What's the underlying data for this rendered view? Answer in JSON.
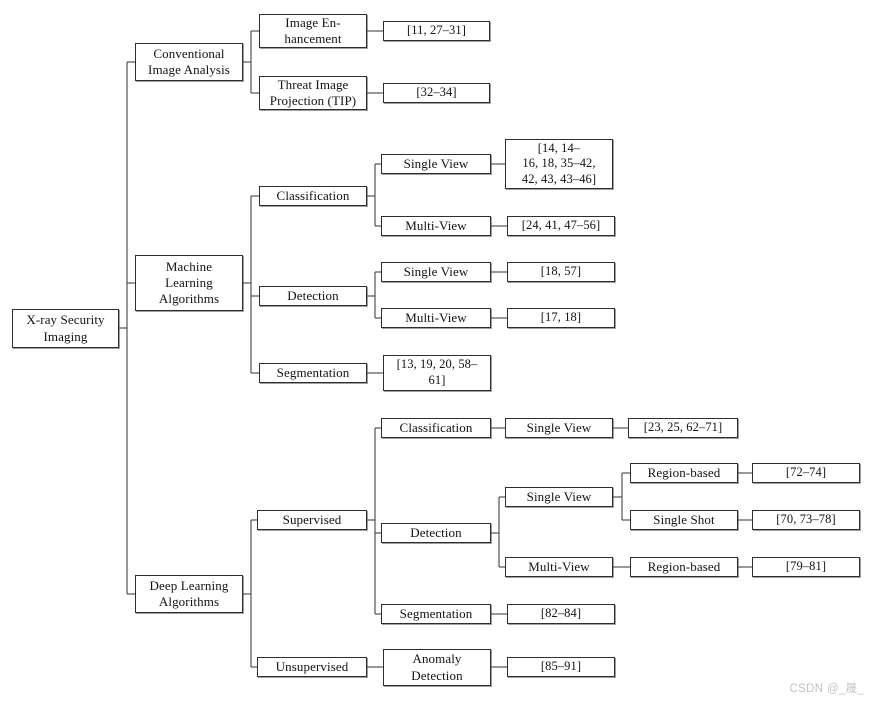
{
  "colors": {
    "background": "#ffffff",
    "box_border": "#2e2e2e",
    "connector": "#333333",
    "watermark": "#c7c0c0"
  },
  "watermark": {
    "text": "CSDN @_晟_"
  },
  "tree": {
    "root": {
      "label": "X-ray Security\nImaging"
    },
    "conventional": {
      "label": "Conventional\nImage Analysis",
      "image_enhancement": {
        "label": "Image En-\nhancement",
        "refs": "[11, 27–31]"
      },
      "tip": {
        "label": "Threat Image\nProjection (TIP)",
        "refs": "[32–34]"
      }
    },
    "machine_learning": {
      "label": "Machine\nLearning\nAlgorithms",
      "classification": {
        "label": "Classification",
        "single_view": {
          "label": "Single View",
          "refs": "[14, 14–\n16, 18, 35–42,\n42, 43, 43–46]"
        },
        "multi_view": {
          "label": "Multi-View",
          "refs": "[24, 41, 47–56]"
        }
      },
      "detection": {
        "label": "Detection",
        "single_view": {
          "label": "Single View",
          "refs": "[18, 57]"
        },
        "multi_view": {
          "label": "Multi-View",
          "refs": "[17, 18]"
        }
      },
      "segmentation": {
        "label": "Segmentation",
        "refs": "[13, 19, 20, 58–\n61]"
      }
    },
    "deep_learning": {
      "label": "Deep Learning\nAlgorithms",
      "supervised": {
        "label": "Supervised",
        "classification": {
          "label": "Classification",
          "single_view": {
            "label": "Single View",
            "refs": "[23, 25, 62–71]"
          }
        },
        "detection": {
          "label": "Detection",
          "single_view": {
            "label": "Single View",
            "region_based": {
              "label": "Region-based",
              "refs": "[72–74]"
            },
            "single_shot": {
              "label": "Single Shot",
              "refs": "[70, 73–78]"
            }
          },
          "multi_view": {
            "label": "Multi-View",
            "region_based": {
              "label": "Region-based",
              "refs": "[79–81]"
            }
          }
        },
        "segmentation": {
          "label": "Segmentation",
          "refs": "[82–84]"
        }
      },
      "unsupervised": {
        "label": "Unsupervised",
        "anomaly_detection": {
          "label": "Anomaly\nDetection",
          "refs": "[85–91]"
        }
      }
    }
  }
}
